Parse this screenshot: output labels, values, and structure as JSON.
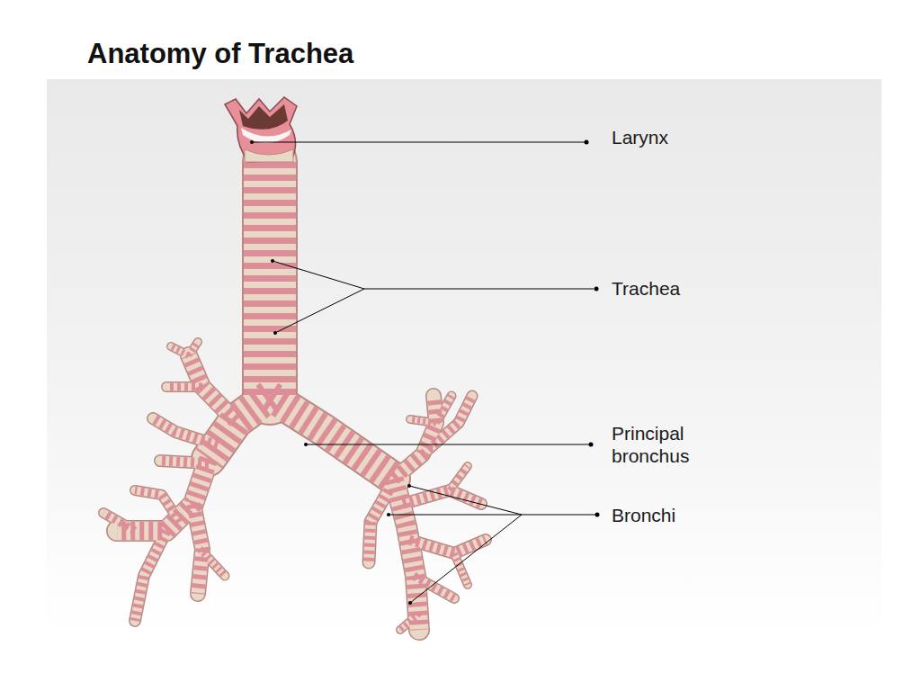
{
  "diagram": {
    "title": "Anatomy of Trachea",
    "labels": [
      "Larynx",
      "Trachea",
      "Principal bronchus",
      "Bronchi"
    ]
  }
}
